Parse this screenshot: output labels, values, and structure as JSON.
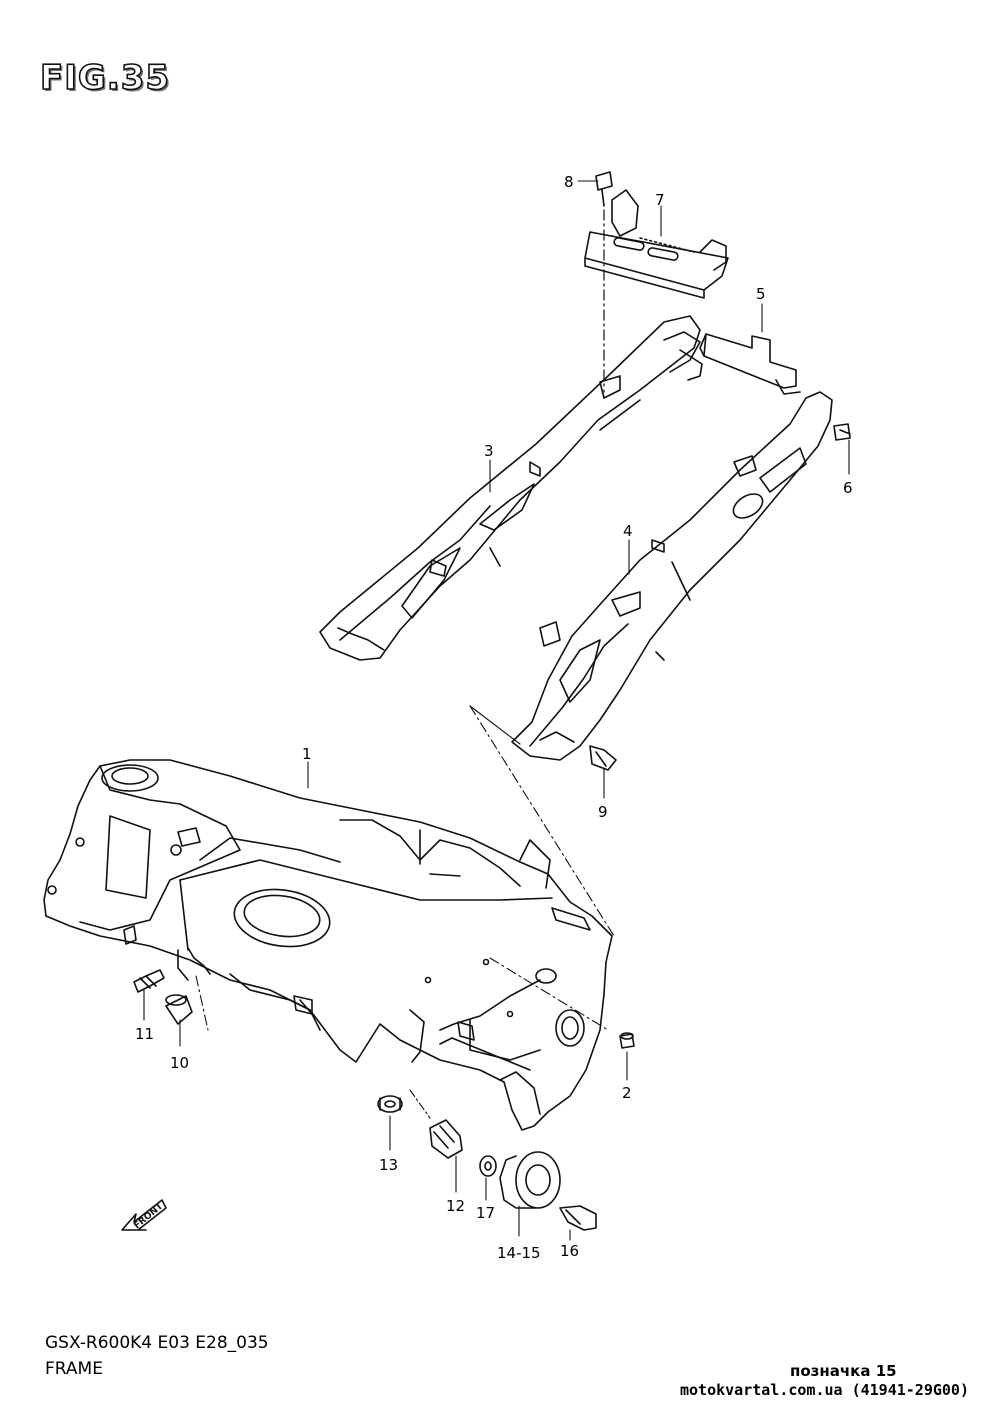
{
  "figure": {
    "title": "FIG.35",
    "model": "GSX-R600K4 E03 E28_035",
    "name": "FRAME"
  },
  "callouts": [
    "1",
    "2",
    "3",
    "4",
    "5",
    "6",
    "7",
    "8",
    "9",
    "10",
    "11",
    "12",
    "13",
    "14-15",
    "16",
    "17"
  ],
  "front_badge": "FRONT",
  "footer": {
    "mark": "позначка 15",
    "site": "motokvartal.com.ua (41941-29G00)"
  },
  "colors": {
    "line": "#111111",
    "paper": "#ffffff"
  }
}
